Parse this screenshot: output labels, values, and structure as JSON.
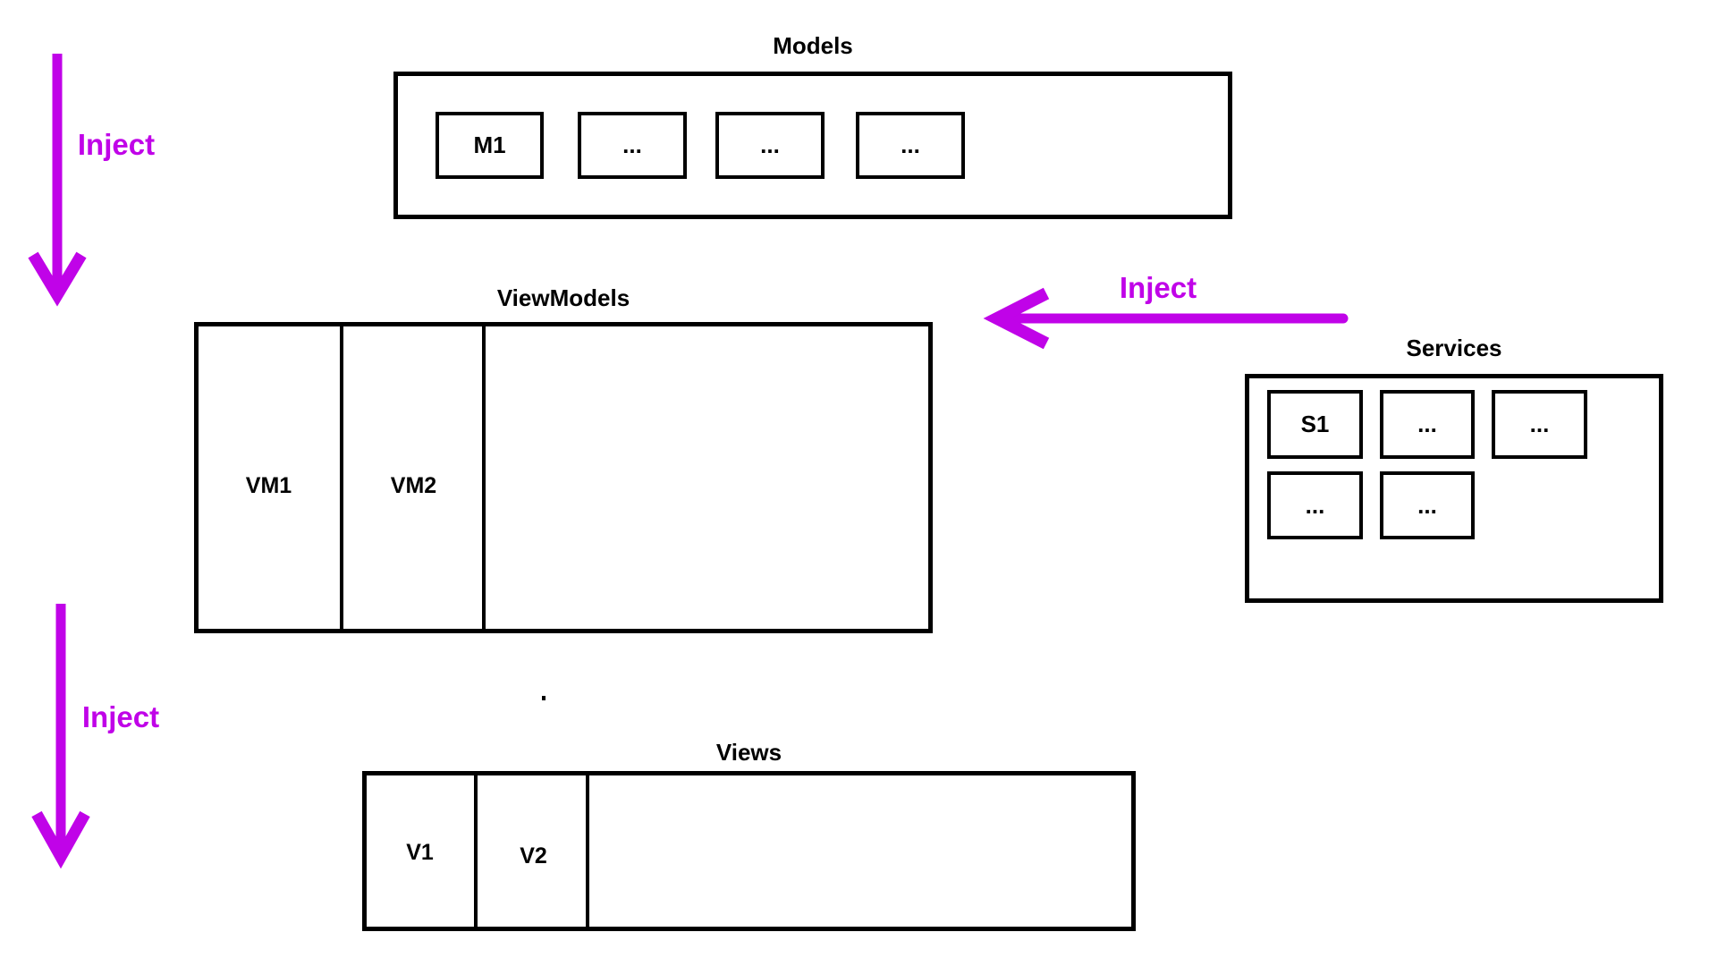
{
  "colors": {
    "accent": "#C003E8",
    "line": "#000000",
    "background": "#FFFFFF"
  },
  "diagram": {
    "models": {
      "title": "Models",
      "items": [
        "M1",
        "...",
        "...",
        "..."
      ]
    },
    "viewmodels": {
      "title": "ViewModels",
      "labels": [
        "VM1",
        "VM2"
      ]
    },
    "services": {
      "title": "Services",
      "items_row1": [
        "S1",
        "...",
        "..."
      ],
      "items_row2": [
        "...",
        "..."
      ]
    },
    "views": {
      "title": "Views",
      "labels": [
        "V1",
        "V2"
      ]
    },
    "inject_labels": {
      "models_to_viewmodels": "Inject",
      "services_to_viewmodels": "Inject",
      "viewmodels_to_views": "Inject"
    }
  }
}
